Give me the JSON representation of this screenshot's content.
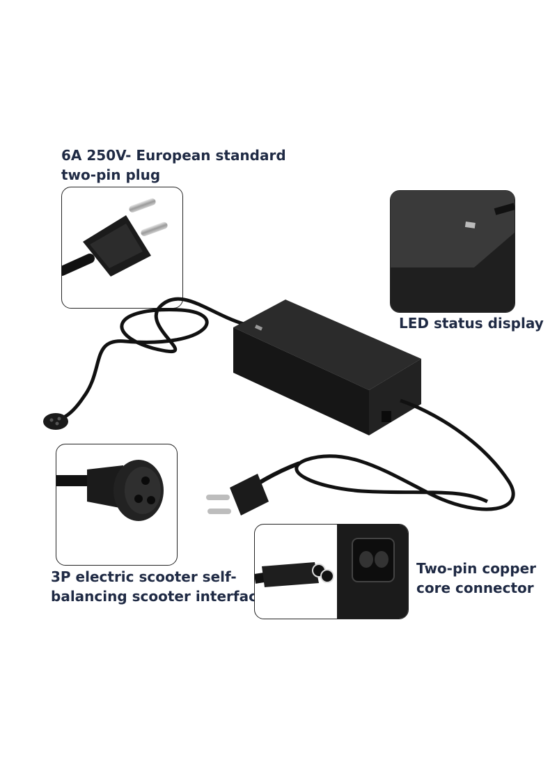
{
  "callouts": {
    "plug": {
      "line1": "6A 250V- European standard",
      "line2": "two-pin plug"
    },
    "led": {
      "text": "LED status display"
    },
    "scooter": {
      "line1": "3P electric scooter self-",
      "line2": "balancing scooter interface"
    },
    "connector": {
      "line1": "Two-pin copper",
      "line2": "core connector"
    }
  },
  "colors": {
    "label_text": "#1f2a44",
    "frame_border": "#222222",
    "product_black": "#1a1a1a"
  }
}
